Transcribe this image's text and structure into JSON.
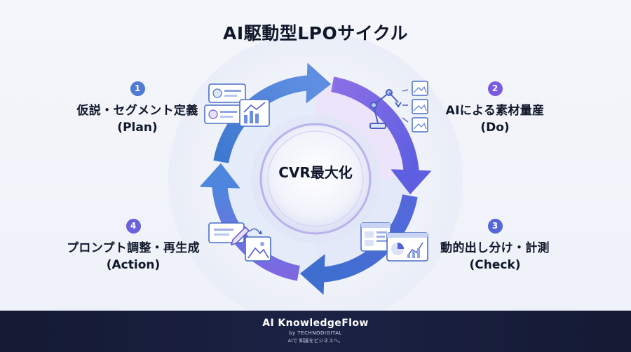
{
  "title": "AI駆動型LPOサイクル",
  "center": {
    "label": "CVR最大化"
  },
  "steps": [
    {
      "number": "1",
      "label": "仮説・セグメント定義",
      "sub": "(Plan)"
    },
    {
      "number": "2",
      "label": "AIによる素材量産",
      "sub": "(Do)"
    },
    {
      "number": "3",
      "label": "動的出し分け・計測",
      "sub": "(Check)"
    },
    {
      "number": "4",
      "label": "プロンプト調整・再生成",
      "sub": "(Action)"
    }
  ],
  "icons": [
    "profile-cards-icon",
    "chart-icon",
    "robot-arm-icon",
    "image-stack-icon",
    "dashboard-icon",
    "analytics-icon",
    "document-edit-icon",
    "image-icon"
  ],
  "colors": {
    "blue": "#4a7ad6",
    "violet": "#7b5ce0",
    "indigo": "#5466d8",
    "badge": "#5b6fd8",
    "footer": "#171d3a"
  },
  "footer": {
    "brand": "AI KnowledgeFlow",
    "by": "by TECHNODIGITAL",
    "tagline": "AIで 知識をビジネスへ。"
  }
}
